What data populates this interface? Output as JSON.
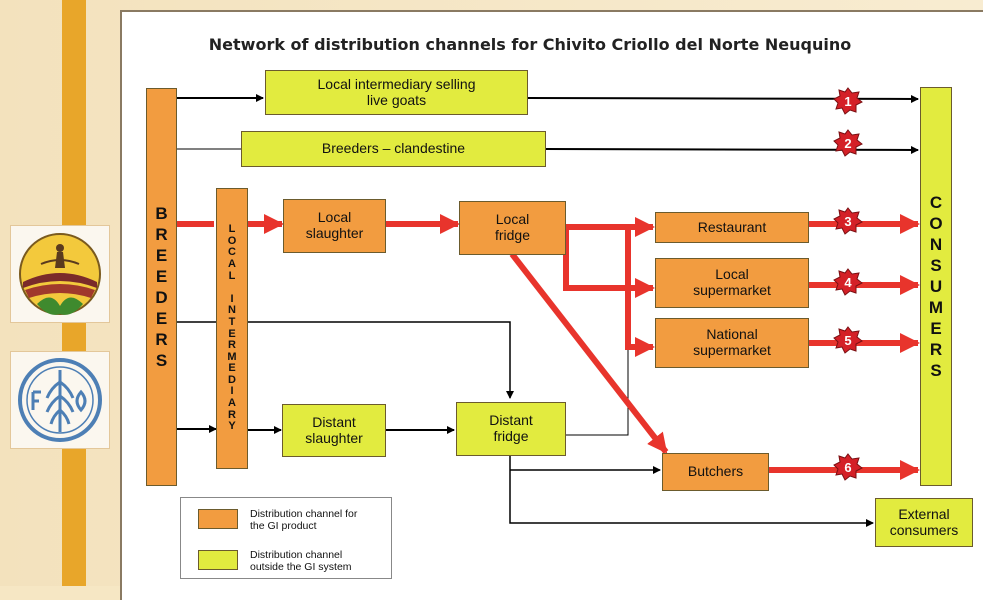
{
  "title": "Network of distribution channels for Chivito Criollo del Norte Neuquino",
  "colors": {
    "gi_channel": "#f29c40",
    "outside_channel": "#e2eb3f",
    "gi_flow_arrow": "#e8342c",
    "badge": "#d42027",
    "side_stripe": "#e8a62a"
  },
  "logos": {
    "top": "criollo-goat-producers-seal",
    "bottom": "fao-emblem"
  },
  "nodes": {
    "breeders": "BREEDERS",
    "local_intermediary": "LOCAL INTERMEDIARY",
    "consumers": "CONSUMERS",
    "local_intermediary_live_l1": "Local intermediary selling",
    "local_intermediary_live_l2": "live goats",
    "breeders_clandestine": "Breeders – clandestine",
    "local_slaughter_l1": "Local",
    "local_slaughter_l2": "slaughter",
    "local_fridge_l1": "Local",
    "local_fridge_l2": "fridge",
    "restaurant": "Restaurant",
    "local_supermarket_l1": "Local",
    "local_supermarket_l2": "supermarket",
    "national_supermarket_l1": "National",
    "national_supermarket_l2": "supermarket",
    "distant_slaughter_l1": "Distant",
    "distant_slaughter_l2": "slaughter",
    "distant_fridge_l1": "Distant",
    "distant_fridge_l2": "fridge",
    "butchers": "Butchers",
    "external_consumers_l1": "External",
    "external_consumers_l2": "consumers"
  },
  "channel_numbers": [
    "1",
    "2",
    "3",
    "4",
    "5",
    "6"
  ],
  "legend": {
    "gi_l1": "Distribution channel for",
    "gi_l2": "the GI product",
    "outside_l1": "Distribution channel",
    "outside_l2": "outside the GI system"
  }
}
